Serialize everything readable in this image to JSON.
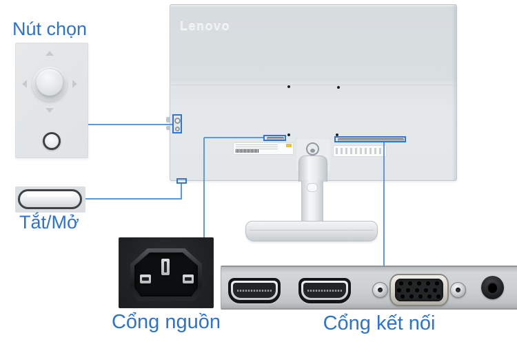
{
  "brand": {
    "logo": "Lenovo"
  },
  "callouts": {
    "select_button": {
      "label": "Nút chọn"
    },
    "power_toggle": {
      "label": "Tắt/Mở"
    },
    "power_port": {
      "label": "Cổng nguồn"
    },
    "connection_ports": {
      "label": "Cổng kết nối"
    }
  },
  "ports": {
    "icons": [
      "hdmi-port-icon",
      "hdmi-port-icon",
      "vga-port-icon",
      "audio-jack-icon"
    ]
  },
  "colors": {
    "label_blue": "#2b72d5",
    "line_blue": "#5b9ad9",
    "box_blue": "#2e75d8"
  }
}
